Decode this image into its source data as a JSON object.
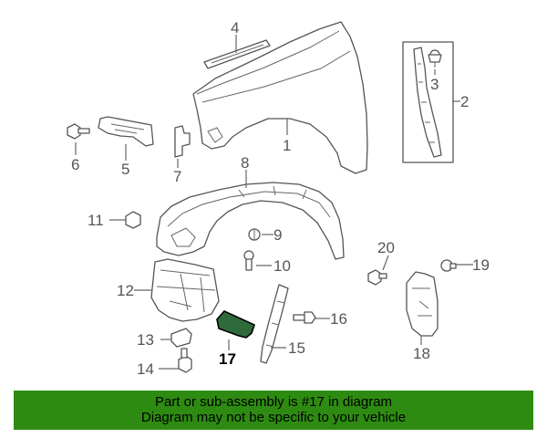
{
  "callouts": {
    "c1": "1",
    "c2": "2",
    "c3": "3",
    "c4": "4",
    "c5": "5",
    "c6": "6",
    "c7": "7",
    "c8": "8",
    "c9": "9",
    "c10": "10",
    "c11": "11",
    "c12": "12",
    "c13": "13",
    "c14": "14",
    "c15": "15",
    "c16": "16",
    "c17": "17",
    "c18": "18",
    "c19": "19",
    "c20": "20"
  },
  "highlight_color": "#2f6b3a",
  "banner": {
    "line1": "Part or sub-assembly is #17 in diagram",
    "line2": "Diagram may not be specific to your vehicle",
    "color": "#2e8b12"
  }
}
